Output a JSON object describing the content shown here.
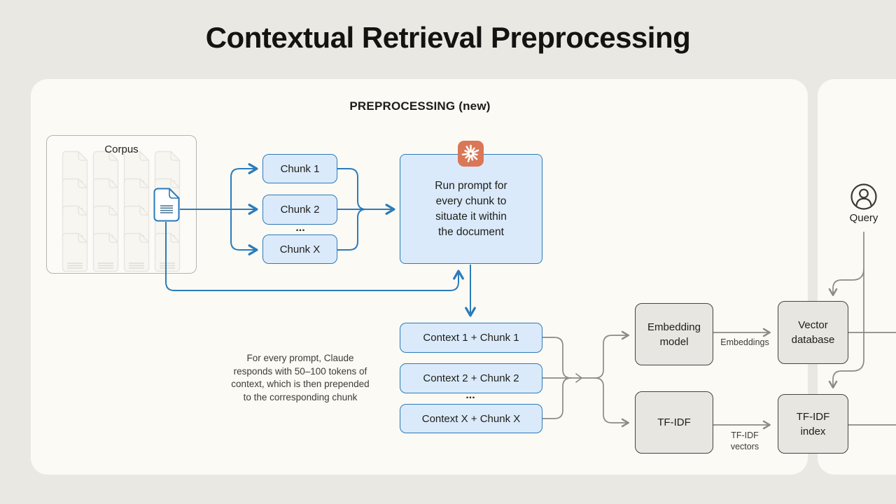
{
  "title": "Contextual Retrieval Preprocessing",
  "panels": {
    "preprocessing": {
      "label": "PREPROCESSING (new)"
    }
  },
  "corpus": {
    "label": "Corpus"
  },
  "chunks": {
    "items": [
      "Chunk 1",
      "Chunk 2",
      "Chunk X"
    ],
    "ellipsis": "..."
  },
  "run_prompt": {
    "text": "Run prompt for\nevery chunk to\nsituate it within\nthe document",
    "icon": "claude-starburst-icon"
  },
  "contexts": {
    "items": [
      "Context 1 + Chunk 1",
      "Context 2 + Chunk 2",
      "Context X + Chunk X"
    ],
    "ellipsis": "..."
  },
  "note": {
    "text": "For every prompt, Claude\nresponds with 50–100 tokens of\ncontext, which is then prepended\nto the corresponding chunk"
  },
  "pipeline": {
    "embedding_model": "Embedding\nmodel",
    "embeddings_label": "Embeddings",
    "vector_database": "Vector\ndatabase",
    "tfidf": "TF-IDF",
    "tfidf_vectors_label": "TF-IDF\nvectors",
    "tfidf_index": "TF-IDF\nindex"
  },
  "query": {
    "label": "Query",
    "icon": "user-circle-icon"
  },
  "icons": {
    "claude": "claude-starburst-icon",
    "query": "user-circle-icon",
    "document": "document-icon"
  },
  "colors": {
    "background": "#e9e8e2",
    "panel": "#fbfaf5",
    "blue_line": "#2b7cba",
    "blue_fill": "#dbeafa",
    "gray_line": "#8b8a84",
    "gray_fill": "#e7e6e0",
    "gray_border": "#45453f",
    "claude_orange": "#d97757",
    "text": "#1d1d1a"
  }
}
